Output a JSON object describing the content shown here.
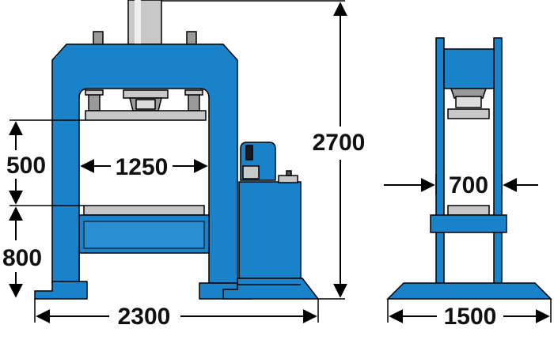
{
  "colors": {
    "frame_blue": "#1a82c8",
    "platen_gray": "#c8c8c8",
    "outline": "#000000",
    "dimension": "#000000"
  },
  "dimensions": {
    "overall_height": "2700",
    "stroke": "500",
    "table_height": "800",
    "inner_width": "1250",
    "overall_width": "2300",
    "side_inner_width": "700",
    "side_overall_width": "1500"
  }
}
